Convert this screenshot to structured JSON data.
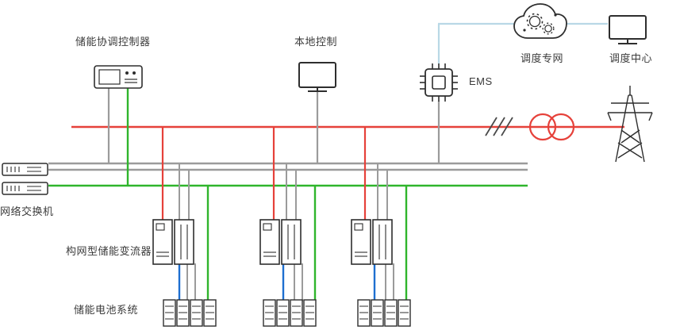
{
  "labels": {
    "coordinator": "储能协调控制器",
    "local_control": "本地控制",
    "ems": "EMS",
    "dispatch_network": "调度专网",
    "dispatch_center": "调度中心",
    "network_switch": "网络交换机",
    "converter": "构网型储能变流器",
    "battery_system": "储能电池系统"
  },
  "icons": {
    "coordinator": "controller-device-icon",
    "local_control": "monitor-icon",
    "ems": "chip-icon",
    "dispatch_network": "cloud-network-icon",
    "dispatch_center": "monitor-icon",
    "network_switch": "switch-box-icon",
    "converter": "converter-cabinet-icon",
    "battery_system": "battery-rack-icon",
    "transformer": "transformer-circles-icon",
    "grid": "transmission-tower-icon",
    "line_break": "slash-marks-icon"
  },
  "colors": {
    "power_red": "#e6413a",
    "comm_gray": "#9b9b9b",
    "comm_green": "#2fb52c",
    "dc_blue": "#1e6fd0",
    "dispatch_link": "#b9d8e6",
    "outline": "#2e2e2e",
    "label_text": "#3b3b3b"
  }
}
